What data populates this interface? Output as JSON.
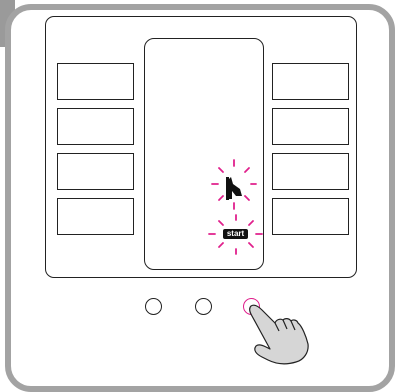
{
  "screen": {
    "start_label": "start",
    "icons": [
      "hand-pointer-icon",
      "start-icon"
    ]
  },
  "controls": {
    "left_keys": 4,
    "right_keys": 4,
    "round_buttons": [
      "button-left",
      "button-middle",
      "button-right"
    ],
    "highlight_color": "#e0208c"
  }
}
